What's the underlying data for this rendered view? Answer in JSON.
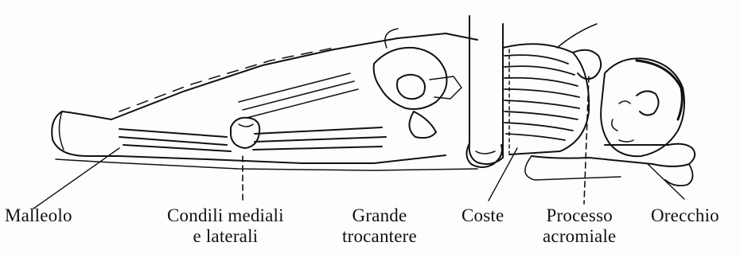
{
  "labels": {
    "malleolo": [
      "Malleolo"
    ],
    "condili": [
      "Condili mediali",
      "e laterali"
    ],
    "grande_trocantere": [
      "Grande",
      "trocantere"
    ],
    "coste": [
      "Coste"
    ],
    "processo_acromiale": [
      "Processo",
      "acromiale"
    ],
    "orecchio": [
      "Orecchio"
    ]
  },
  "colors": {
    "ink": "#111111",
    "paper": "#fdfdfb",
    "shade": "#555555"
  }
}
